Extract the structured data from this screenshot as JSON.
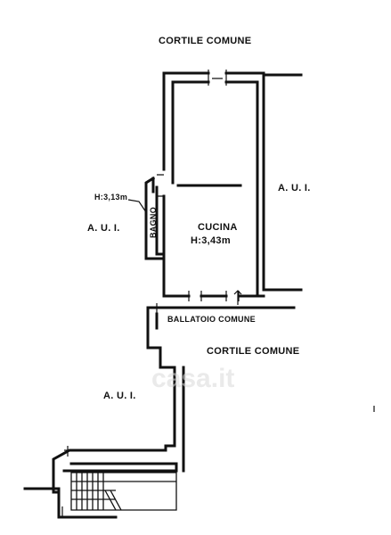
{
  "labels": {
    "cortile_top": "CORTILE COMUNE",
    "cortile_mid": "CORTILE COMUNE",
    "aui_right": "A. U. I.",
    "aui_left": "A. U. I.",
    "aui_bottom": "A. U. I.",
    "bagno": "BAGNO",
    "bagno_height": "H:3,13m",
    "cucina": "CUCINA",
    "cucina_height": "H:3,43m",
    "ballatoio": "BALLATOIO COMUNE"
  },
  "watermark": "casa.it"
}
